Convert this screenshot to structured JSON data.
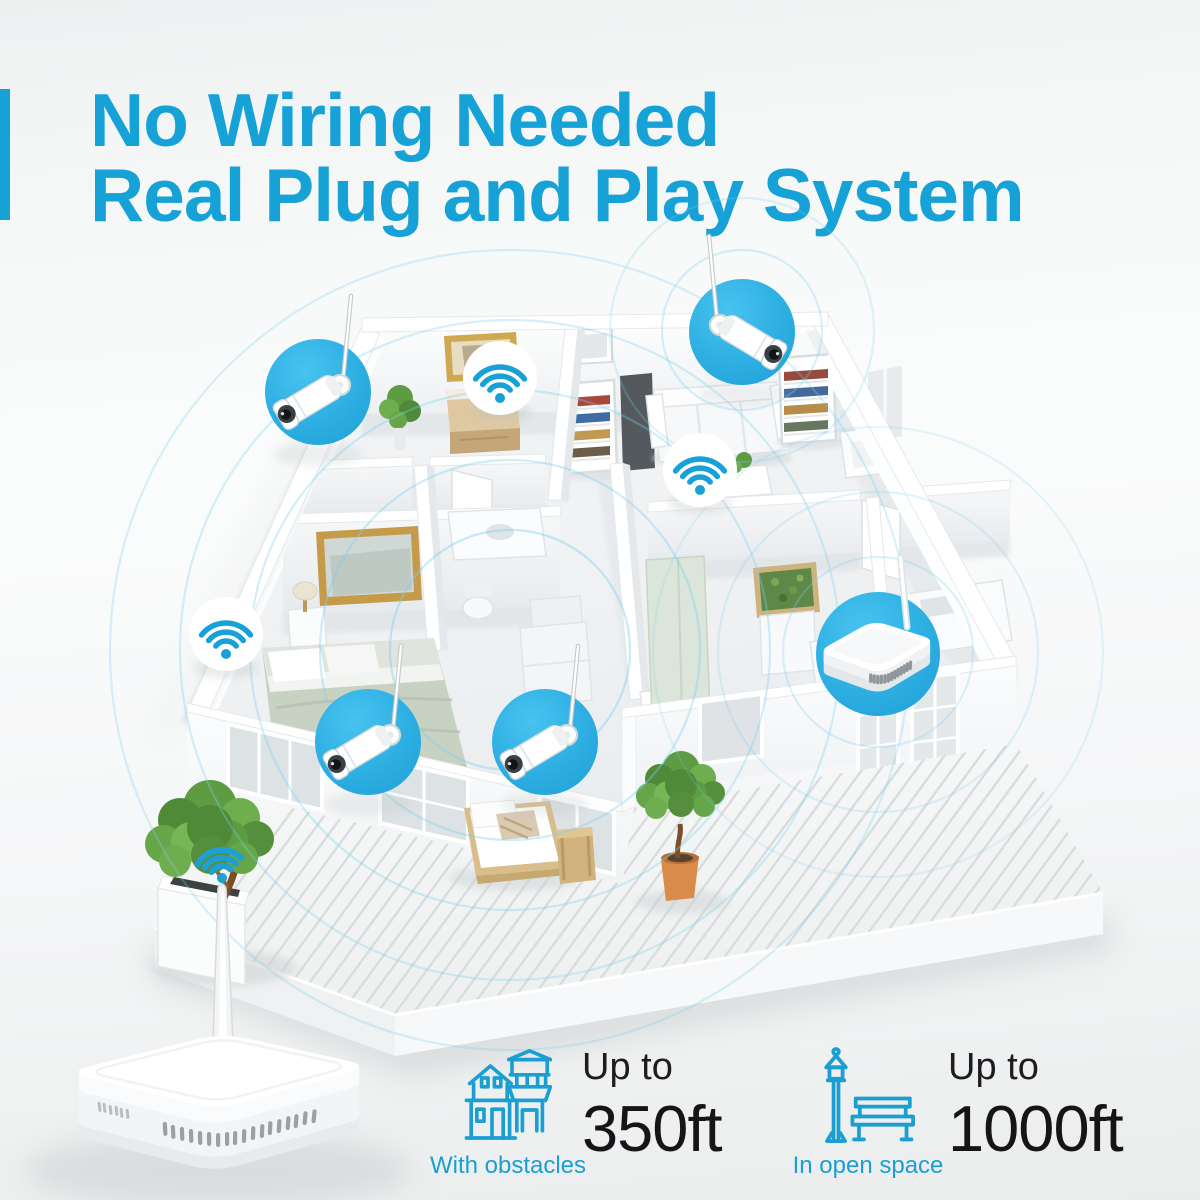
{
  "title": {
    "line1": "No Wiring Needed",
    "line2": "Real Plug and Play System"
  },
  "specs": [
    {
      "icon": "houses-icon",
      "prefix": "Up to",
      "value": "350ft",
      "caption": "With obstacles"
    },
    {
      "icon": "street-lamp-bench-icon",
      "prefix": "Up to",
      "value": "1000ft",
      "caption": "In open space"
    }
  ],
  "scene": {
    "description": "Isometric cutaway floor plan of a house with four wireless security cameras, three wifi signal markers, a wifi router and an NVR base station with antenna, surrounded by concentric wireless range circles",
    "camera_nodes": 4,
    "wifi_markers": 3,
    "router_nodes": 1,
    "nvr_base_station": 1
  },
  "colors": {
    "accent_blue": "#16a2d7",
    "badge_blue": "#35b7e7",
    "caption_blue": "#1b9fd2",
    "dark_text": "#1d1d1f",
    "signal_ring": "#7cd0ee"
  }
}
